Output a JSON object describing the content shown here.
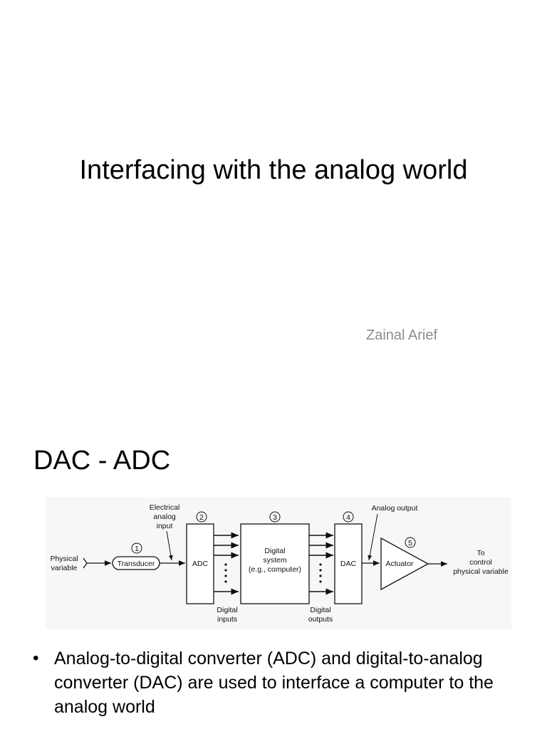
{
  "slide1": {
    "title": "Interfacing with the analog world",
    "author": "Zainal Arief"
  },
  "slide2": {
    "title": "DAC - ADC",
    "diagram": {
      "physical_variable": [
        "Physical",
        "variable"
      ],
      "transducer": "Transducer",
      "electrical_analog_input": [
        "Electrical",
        "analog",
        "input"
      ],
      "adc": "ADC",
      "digital_system": [
        "Digital",
        "system",
        "(e.g., computer)"
      ],
      "dac": "DAC",
      "actuator": "Actuator",
      "analog_output": "Analog output",
      "to_control": [
        "To",
        "control",
        "physical variable"
      ],
      "digital_inputs": [
        "Digital",
        "inputs"
      ],
      "digital_outputs": [
        "Digital",
        "outputs"
      ],
      "step_numbers": [
        "1",
        "2",
        "3",
        "4",
        "5"
      ]
    },
    "bullet_marker": "•",
    "bullet": "Analog-to-digital converter (ADC) and digital-to-analog converter (DAC) are used to interface a computer to the analog world"
  }
}
